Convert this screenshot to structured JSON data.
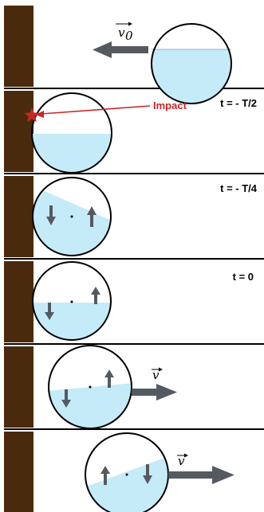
{
  "colors": {
    "wall": "#4a2a0c",
    "water": "#c6ebf8",
    "arrow": "#555a61",
    "divider": "#000000",
    "impact": "#c62828"
  },
  "panels": [
    {
      "time_label": "",
      "velocity_label": "v",
      "velocity_subscript": "0",
      "annotation": ""
    },
    {
      "time_label": "t = - T/2",
      "velocity_label": "",
      "velocity_subscript": "",
      "annotation": "Impact"
    },
    {
      "time_label": "t = - T/4",
      "velocity_label": "",
      "velocity_subscript": "",
      "annotation": ""
    },
    {
      "time_label": "t = 0",
      "velocity_label": "",
      "velocity_subscript": "",
      "annotation": ""
    },
    {
      "time_label": "",
      "velocity_label": "v",
      "velocity_subscript": "",
      "annotation": ""
    },
    {
      "time_label": "",
      "velocity_label": "v",
      "velocity_subscript": "",
      "annotation": ""
    }
  ],
  "icons": [
    "velocity-arrow-icon",
    "impact-star-icon",
    "down-arrow-icon",
    "up-arrow-icon"
  ]
}
